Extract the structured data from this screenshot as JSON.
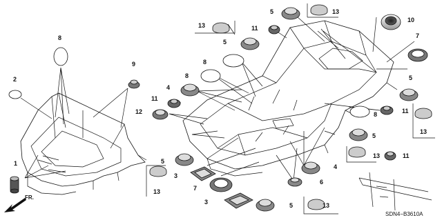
{
  "diagram": {
    "code": "SDN4−B3610A",
    "direction_label": "FR.",
    "callouts": [
      "1",
      "2",
      "3",
      "4",
      "5",
      "6",
      "7",
      "8",
      "9",
      "10",
      "11",
      "12",
      "13"
    ],
    "parts": [
      {
        "num": "1",
        "shape": "grommet-tall"
      },
      {
        "num": "2",
        "shape": "oval-flat"
      },
      {
        "num": "3",
        "shape": "rect-plug"
      },
      {
        "num": "4",
        "shape": "grommet"
      },
      {
        "num": "5",
        "shape": "grommet"
      },
      {
        "num": "6",
        "shape": "grommet-small"
      },
      {
        "num": "7",
        "shape": "ring"
      },
      {
        "num": "8",
        "shape": "oval-flat"
      },
      {
        "num": "9",
        "shape": "grommet-small"
      },
      {
        "num": "10",
        "shape": "grommet-large"
      },
      {
        "num": "11",
        "shape": "grommet-small"
      },
      {
        "num": "12",
        "shape": "grommet"
      },
      {
        "num": "13",
        "shape": "dome-cap"
      }
    ]
  }
}
